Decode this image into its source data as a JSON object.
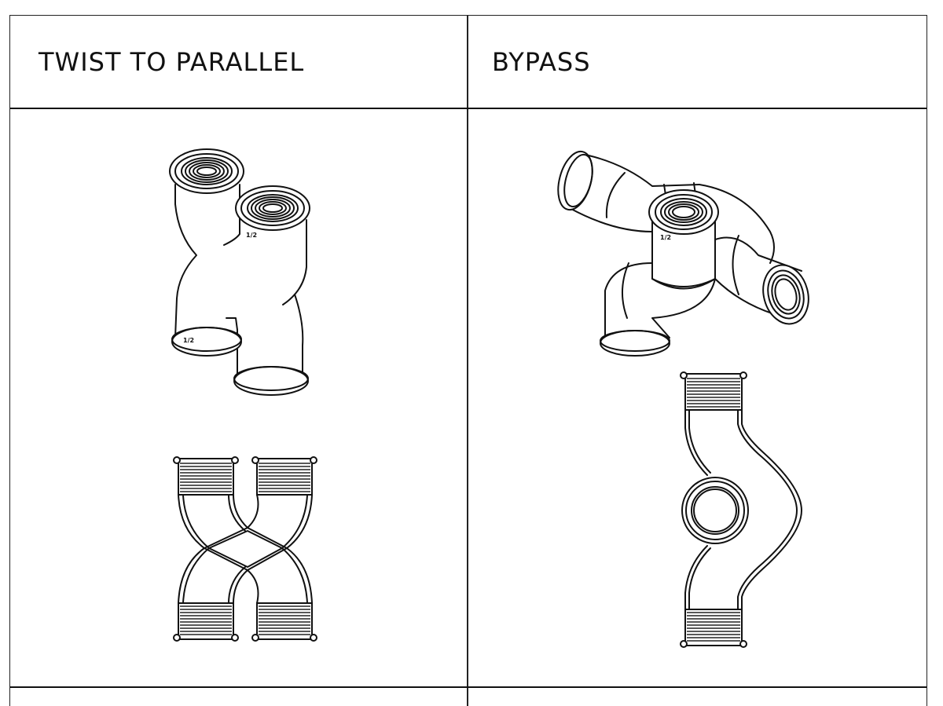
{
  "table": {
    "columns": [
      {
        "header": "TWIST TO PARALLEL",
        "drawings": [
          {
            "view": "isometric",
            "description": "twin female-threaded twisted fitting",
            "size_marks": [
              "1/2",
              "1/2"
            ]
          },
          {
            "view": "front",
            "description": "crossed male-threaded twin tubes"
          }
        ]
      },
      {
        "header": "BYPASS",
        "drawings": [
          {
            "view": "isometric",
            "description": "bypass fitting with three female ports",
            "size_marks": [
              "1/2"
            ]
          },
          {
            "view": "front",
            "description": "offset male-threaded bypass with side port"
          }
        ]
      }
    ]
  },
  "marks": {
    "twist_top": "1/2",
    "twist_bottom": "1/2",
    "bypass_center": "1/2"
  }
}
